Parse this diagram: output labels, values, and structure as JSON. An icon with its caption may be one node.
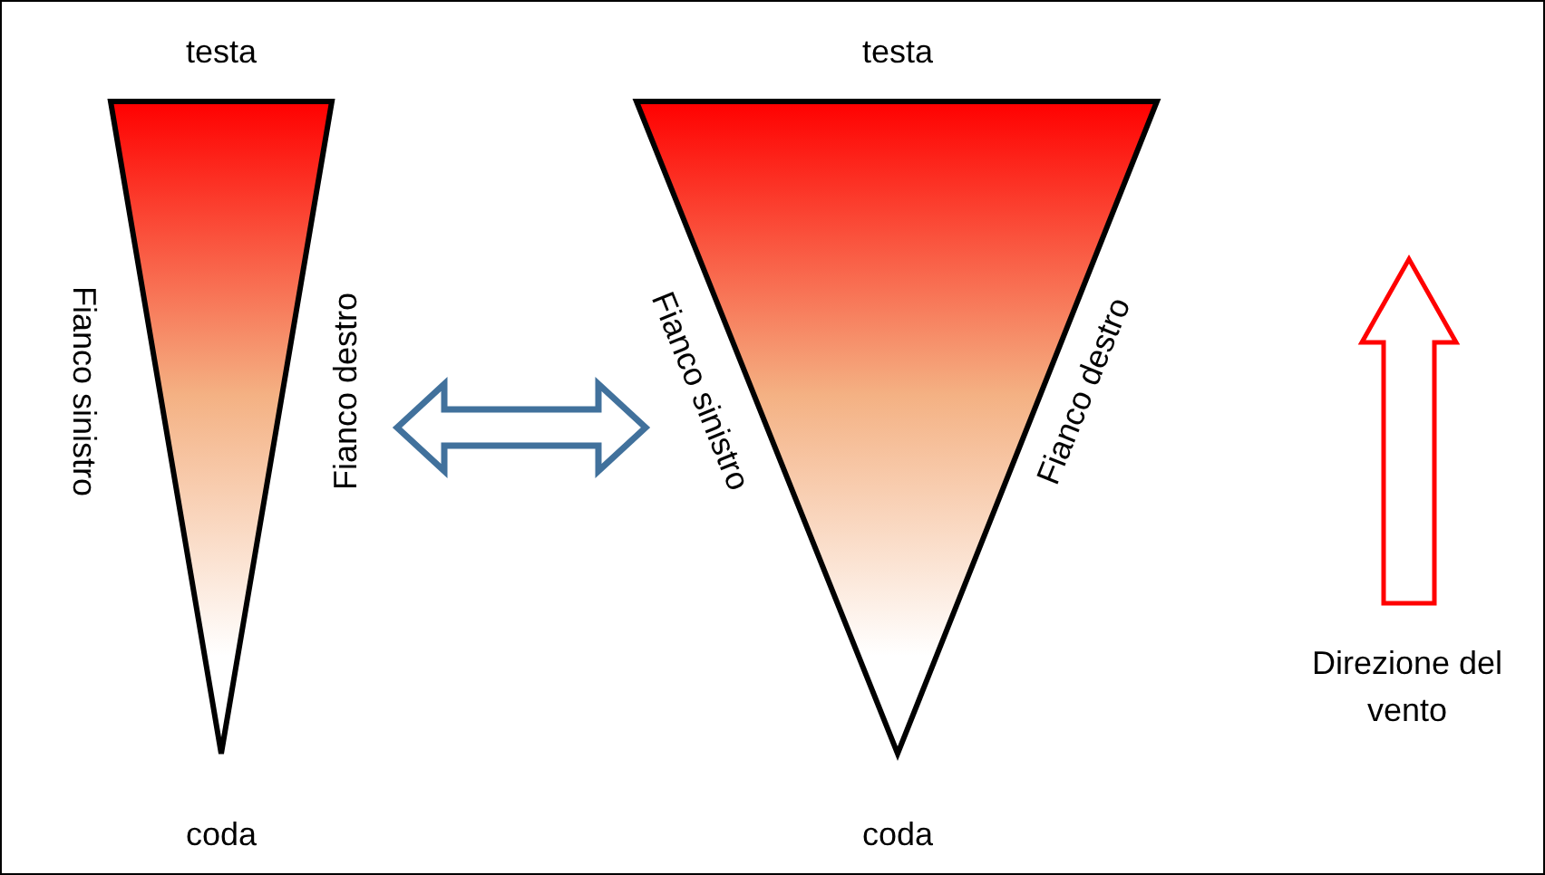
{
  "diagram": {
    "nodes": [
      {
        "text": [
          "testa",
          "Fianco sinistro",
          "Fianco destro",
          "coda"
        ]
      },
      {
        "text": [
          "testa",
          "Fianco sinistro",
          "Fianco destro",
          "coda"
        ]
      }
    ],
    "edges": [
      {
        "from": 0,
        "to": 1,
        "arrow": "both",
        "style": "thick",
        "color": "#41719c"
      }
    ],
    "labels": [
      "Direzione del vento"
    ]
  }
}
